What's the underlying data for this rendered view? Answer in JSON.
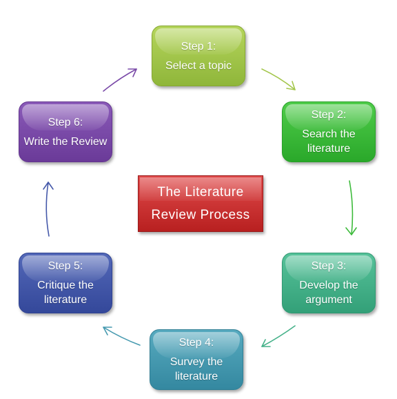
{
  "center": {
    "line1": "The Literature",
    "line2": "Review Process"
  },
  "steps": [
    {
      "title": "Step 1:",
      "desc": "Select a topic",
      "color": "#a3c64b"
    },
    {
      "title": "Step 2:",
      "desc": "Search the literature",
      "color": "#3cba3a"
    },
    {
      "title": "Step 3:",
      "desc": "Develop the argument",
      "color": "#45b189"
    },
    {
      "title": "Step 4:",
      "desc": "Survey the literature",
      "color": "#4599af"
    },
    {
      "title": "Step 5:",
      "desc": "Critique the literature",
      "color": "#4458a9"
    },
    {
      "title": "Step 6:",
      "desc": "Write the Review",
      "color": "#7a4aa8"
    }
  ],
  "arrow_colors": [
    "#a3c64b",
    "#3cba3a",
    "#45b189",
    "#4599af",
    "#4458a9",
    "#7a4aa8"
  ]
}
